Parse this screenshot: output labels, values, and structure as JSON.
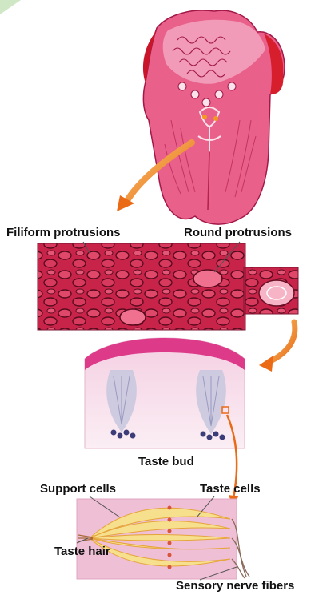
{
  "labels": {
    "filiform": "Filiform protrusions",
    "round": "Round protrusions",
    "taste_bud": "Taste bud",
    "support_cells": "Support cells",
    "taste_cells": "Taste cells",
    "taste_hair": "Taste hair",
    "sensory_nerve": "Sensory nerve fibers"
  },
  "colors": {
    "tongue": "#e9608a",
    "tongue_dark": "#b42350",
    "papillae": "#d12a4f",
    "bud_section": "#f6dbe8",
    "bud_top": "#dd3a8a",
    "arrow": "#f39a1e",
    "cell_yellow": "#f6e08e"
  }
}
